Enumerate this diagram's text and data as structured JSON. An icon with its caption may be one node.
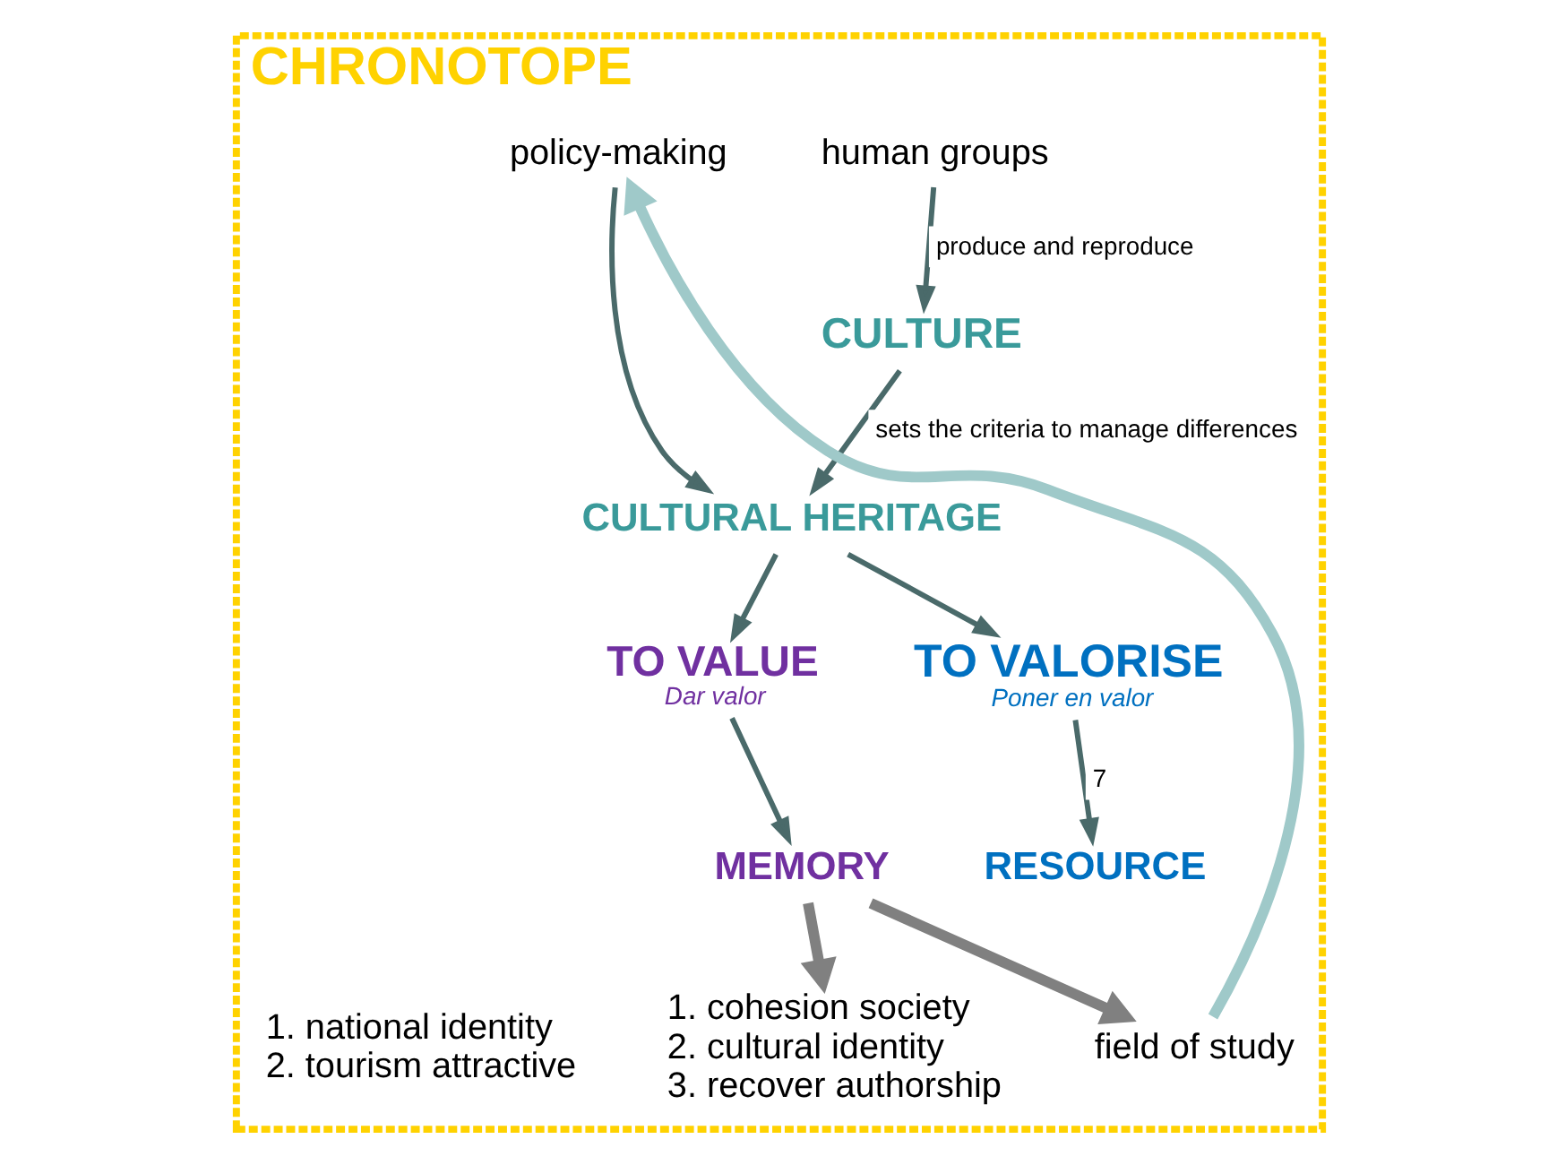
{
  "diagram": {
    "nodes": [
      {
        "text": [
          "CHRONOTOPE"
        ]
      },
      {
        "text": [
          "human groups"
        ],
        "in": 0
      },
      {
        "text": [
          "CULTURE"
        ],
        "in": 0
      },
      {
        "text": [
          "policy-making"
        ],
        "in": 0
      },
      {
        "text": [
          "CULTURAL HERITAGE"
        ],
        "in": 0
      },
      {
        "text": [
          "TO VALUE",
          "Dar valor"
        ],
        "in": 0
      },
      {
        "text": [
          "TO VALORISE",
          "Poner en valor"
        ],
        "in": 0
      },
      {
        "text": [
          "MEMORY"
        ],
        "in": 0
      },
      {
        "text": [
          "RESOURCE"
        ],
        "in": 0
      },
      {
        "text": [
          "1. cohesion society",
          "2. cultural identity",
          "3. recover authorship"
        ],
        "in": 0
      },
      {
        "text": [
          "field of study"
        ],
        "in": 0
      },
      {
        "text": [
          "1. national identity",
          "2. tourism attractive"
        ],
        "in": 0
      }
    ],
    "edges": [
      {
        "from": 1,
        "to": 2,
        "arrow": "to",
        "label": "produce and reproduce"
      },
      {
        "from": 2,
        "to": 4,
        "arrow": "to",
        "label": "sets the criteria to manage differences"
      },
      {
        "from": 3,
        "to": 4,
        "arrow": "to"
      },
      {
        "from": 4,
        "to": 5,
        "arrow": "to"
      },
      {
        "from": 4,
        "to": 6,
        "arrow": "to"
      },
      {
        "from": 5,
        "to": 7,
        "arrow": "to"
      },
      {
        "from": 6,
        "to": 8,
        "arrow": "to",
        "label": "7"
      },
      {
        "from": 7,
        "to": 9,
        "arrow": "to",
        "style": "thick",
        "color": "#808080"
      },
      {
        "from": 7,
        "to": 10,
        "arrow": "to",
        "style": "thick",
        "color": "#808080"
      },
      {
        "from": 10,
        "to": 3,
        "arrow": "to",
        "style": "thick",
        "color": "#9fc9c9"
      }
    ]
  }
}
